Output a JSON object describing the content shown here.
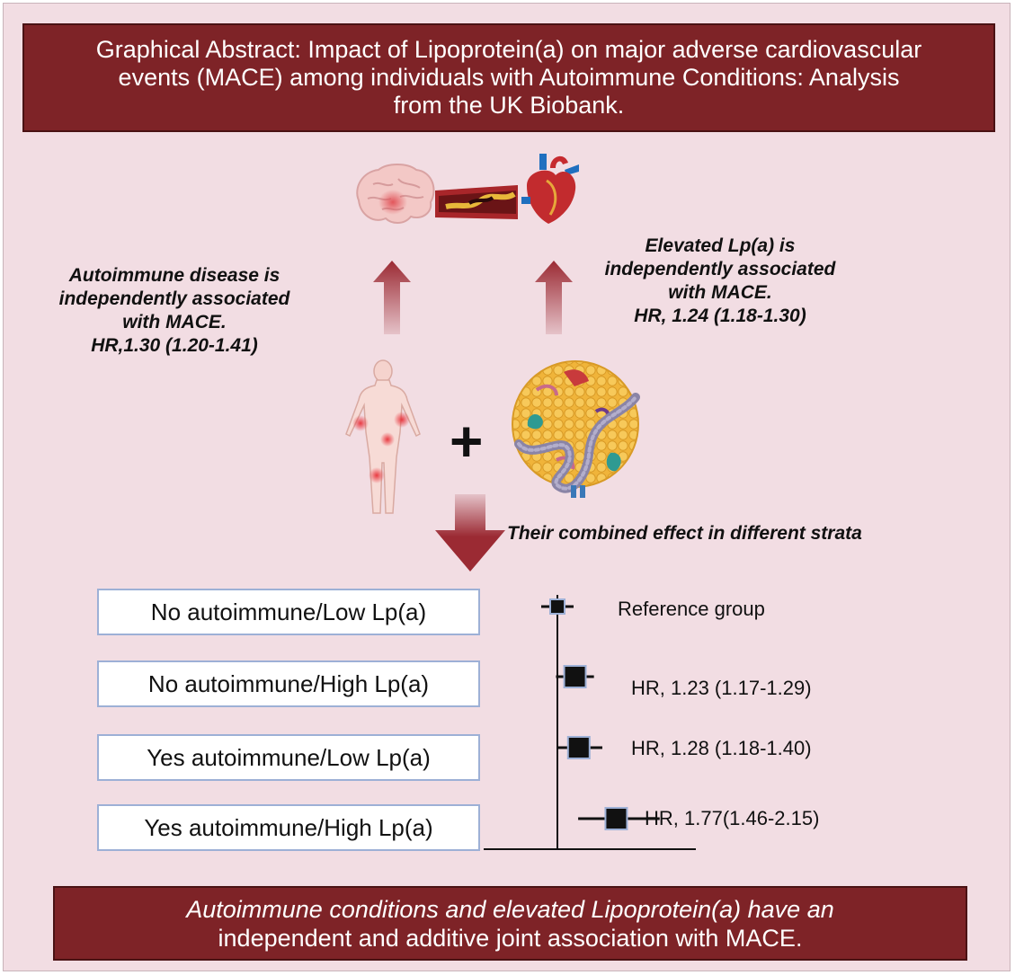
{
  "header": {
    "title": "Graphical Abstract: Impact of Lipoprotein(a) on major adverse cardiovascular events (MACE) among individuals  with Autoimmune Conditions: Analysis from the UK Biobank."
  },
  "statements": {
    "autoimmune": [
      "Autoimmune disease is",
      "independently associated",
      "with MACE.",
      "HR,1.30 (1.20-1.41)"
    ],
    "lpa": [
      "Elevated Lp(a) is",
      "independently associated",
      "with MACE.",
      "HR, 1.24 (1.18-1.30)"
    ]
  },
  "plus_sign": "+",
  "combined_label": "Their combined effect in different strata",
  "forest": {
    "groups": [
      {
        "label": "No autoimmune/Low Lp(a)",
        "hr_text": "Reference group",
        "hr": 1.0,
        "low": 1.0,
        "high": 1.0
      },
      {
        "label": "No autoimmune/High Lp(a)",
        "hr_text": "HR, 1.23 (1.17-1.29)",
        "hr": 1.23,
        "low": 1.17,
        "high": 1.29
      },
      {
        "label": "Yes autoimmune/Low Lp(a)",
        "hr_text": "HR,  1.28 (1.18-1.40)",
        "hr": 1.28,
        "low": 1.18,
        "high": 1.4
      },
      {
        "label": "Yes autoimmune/High Lp(a)",
        "hr_text": "HR, 1.77(1.46-2.15)",
        "hr": 1.77,
        "low": 1.46,
        "high": 2.15
      }
    ]
  },
  "conclusion": {
    "line1": "Autoimmune conditions and  elevated Lipoprotein(a) have an",
    "line2": "independent and additive joint association with MACE."
  },
  "colors": {
    "banner": "#7e2327",
    "background": "#f2dde3",
    "arrow": "#9b2a33",
    "box_border": "#9db0d6",
    "marker": "#111111"
  },
  "icons": [
    "brain-icon",
    "artery-plaque-icon",
    "heart-icon",
    "human-body-icon",
    "lipoprotein-particle-icon"
  ]
}
